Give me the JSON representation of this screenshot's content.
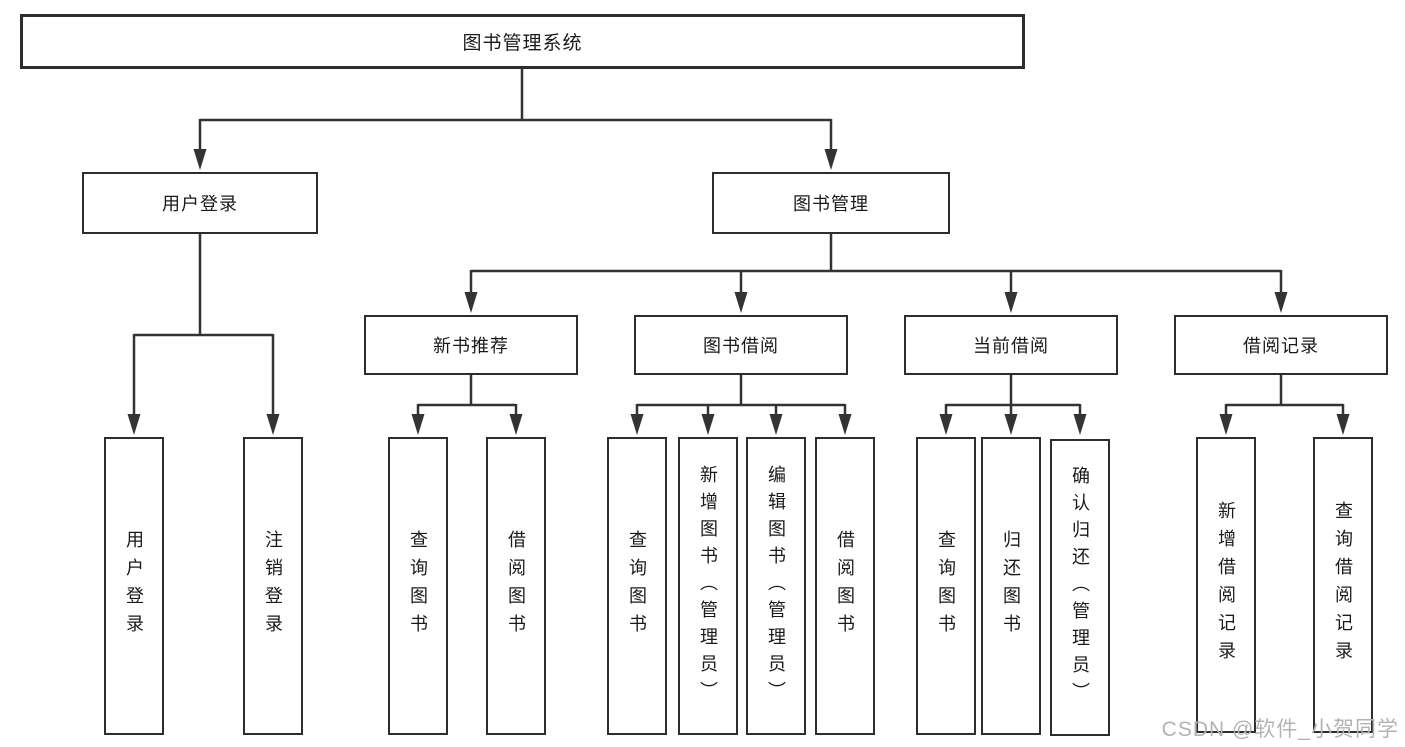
{
  "watermark": "CSDN @软件_小贺同学",
  "colors": {
    "line": "#333333",
    "box_border": "#2d2d2d",
    "text": "#1a1a1a",
    "watermark": "#b3b3b3",
    "background": "#ffffff"
  },
  "tree": {
    "root": "图书管理系统",
    "user_login": {
      "label": "用户登录",
      "children": {
        "login": "用户登录",
        "logout": "注销登录"
      }
    },
    "book_management": {
      "label": "图书管理",
      "children": {
        "new_book_recommend": {
          "label": "新书推荐",
          "children": {
            "query_books": "查询图书",
            "borrow_books": "借阅图书"
          }
        },
        "book_borrowing": {
          "label": "图书借阅",
          "children": {
            "query_books": "查询图书",
            "add_books_admin": "新增图书（管理员）",
            "edit_books_admin": "编辑图书（管理员）",
            "borrow_books": "借阅图书"
          }
        },
        "current_borrowing": {
          "label": "当前借阅",
          "children": {
            "query_books": "查询图书",
            "return_books": "归还图书",
            "confirm_return_admin": "确认归还（管理员）"
          }
        },
        "borrowing_records": {
          "label": "借阅记录",
          "children": {
            "add_record": "新增借阅记录",
            "query_record": "查询借阅记录"
          }
        }
      }
    }
  }
}
